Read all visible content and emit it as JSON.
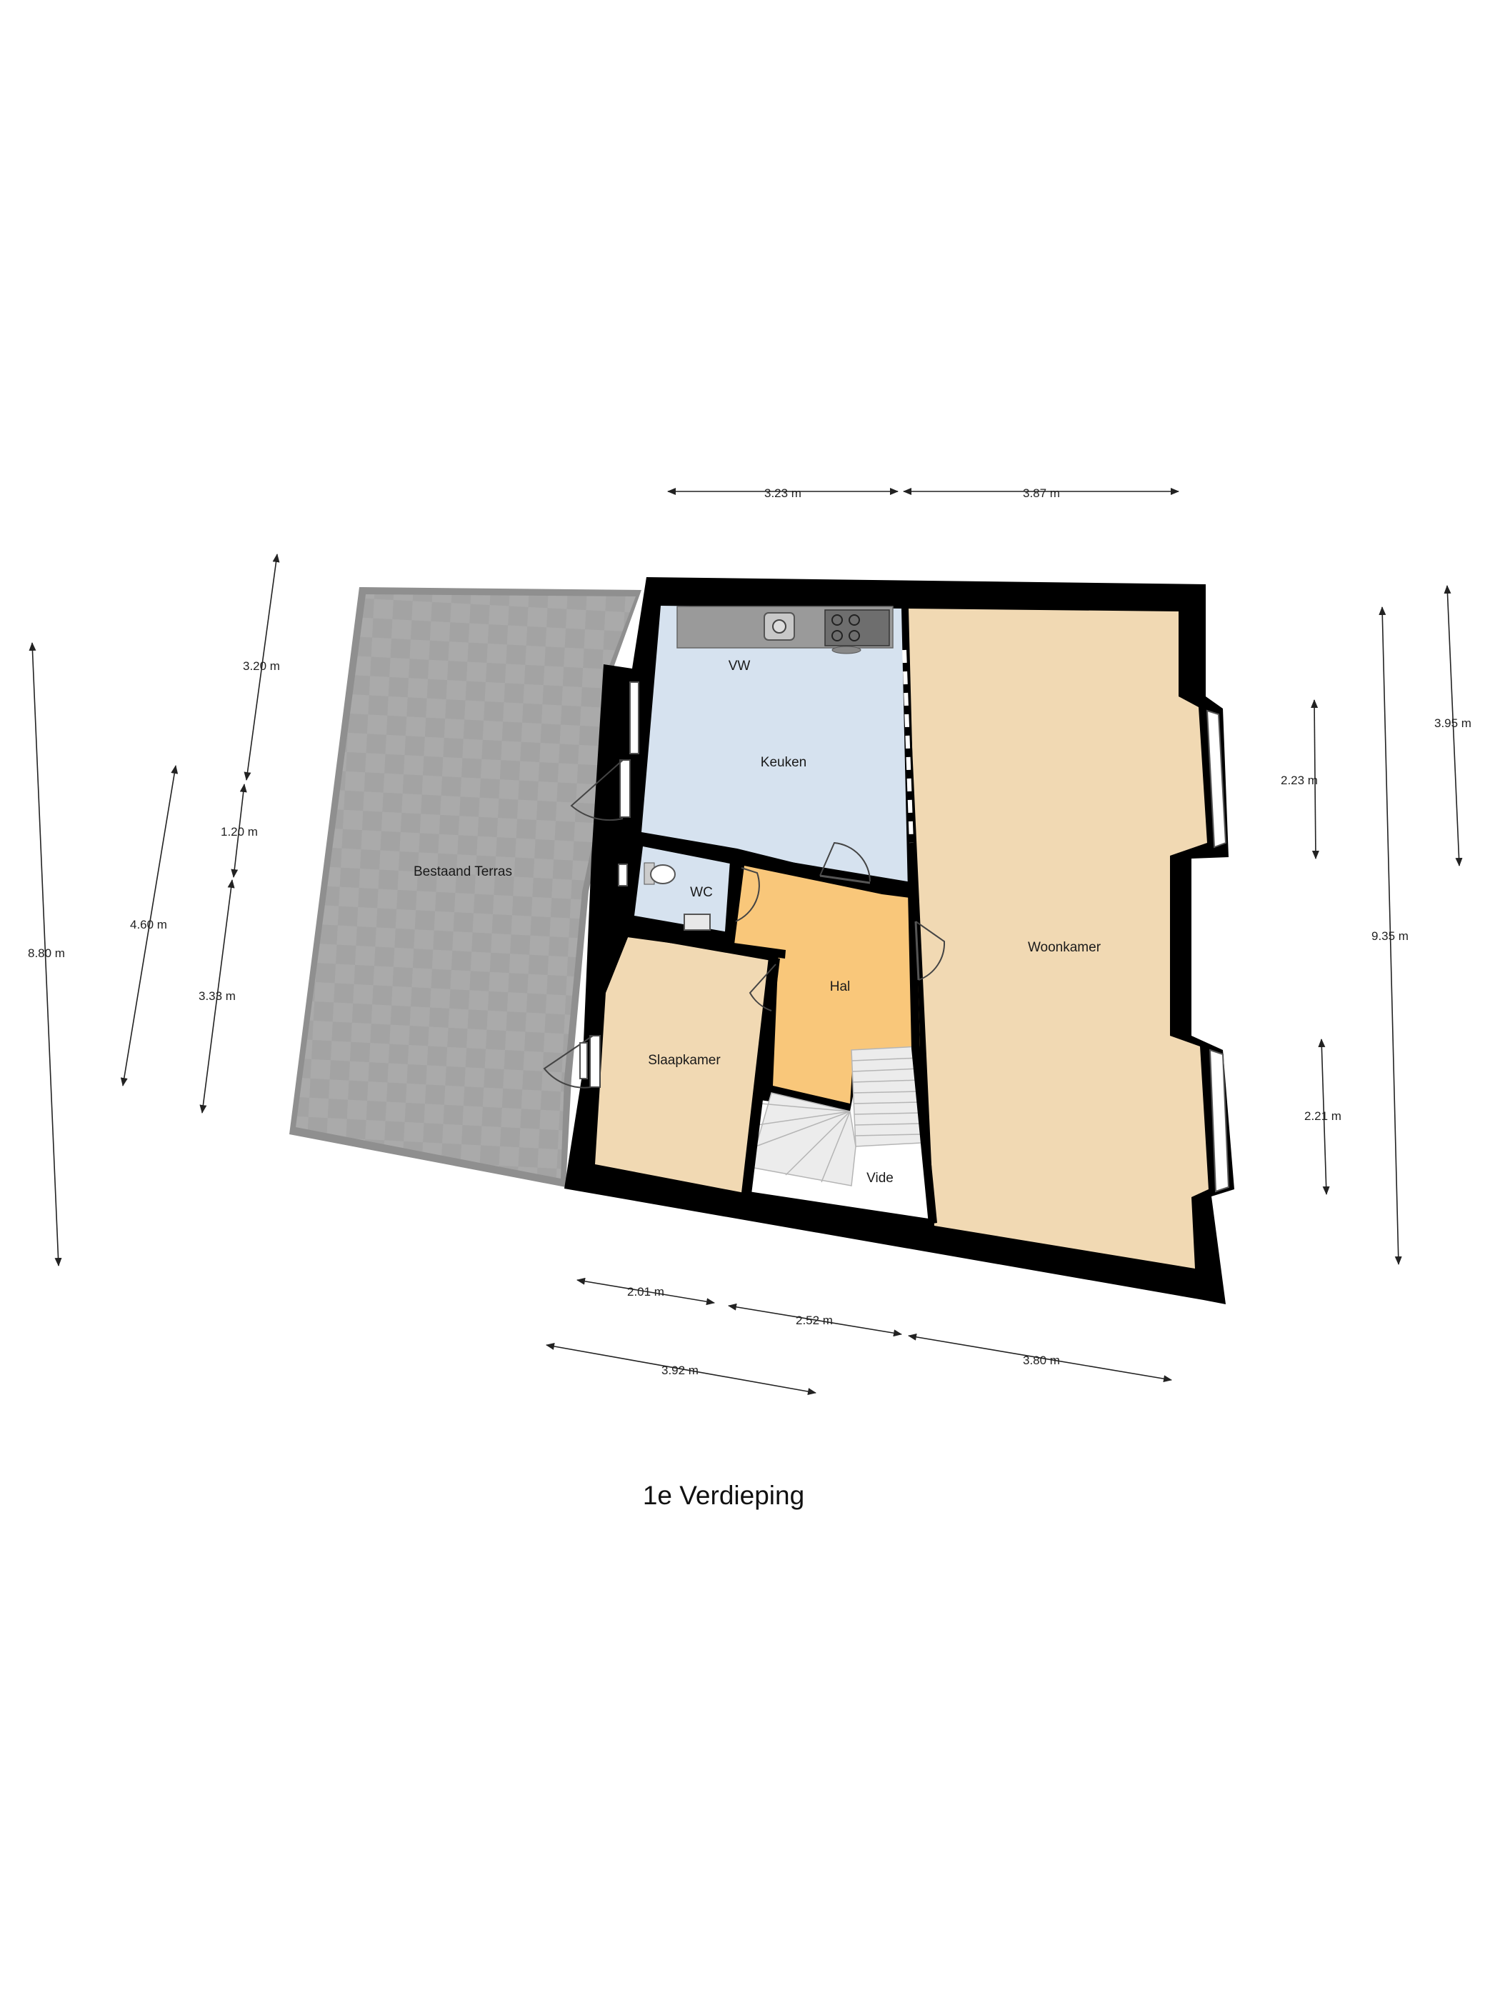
{
  "title": "1e Verdieping",
  "rooms": {
    "terras": "Bestaand Terras",
    "keuken": "Keuken",
    "vw": "VW",
    "wc": "WC",
    "hal": "Hal",
    "slaapkamer": "Slaapkamer",
    "vide": "Vide",
    "woonkamer": "Woonkamer"
  },
  "colors": {
    "terras": "#a9a9a9",
    "keuken": "#d6e2ef",
    "wc": "#d6e2ef",
    "hal": "#f9c77a",
    "slaapkamer": "#f1d9b3",
    "woonkamer": "#f1d9b3",
    "wall": "#000000"
  },
  "dimensions": {
    "top_left": "3.23 m",
    "top_right": "3.87 m",
    "left_outer": "8.80 m",
    "left_mid": "4.60 m",
    "left_upper": "3.20 m",
    "left_center": "1.20 m",
    "left_lower": "3.33 m",
    "right_upper": "2.23 m",
    "right_top": "3.95 m",
    "right_outer": "9.35 m",
    "right_lower": "2.21 m",
    "bottom_a": "2.01 m",
    "bottom_b": "2.52 m",
    "bottom_c": "3.80 m",
    "bottom_d": "3.92 m"
  }
}
